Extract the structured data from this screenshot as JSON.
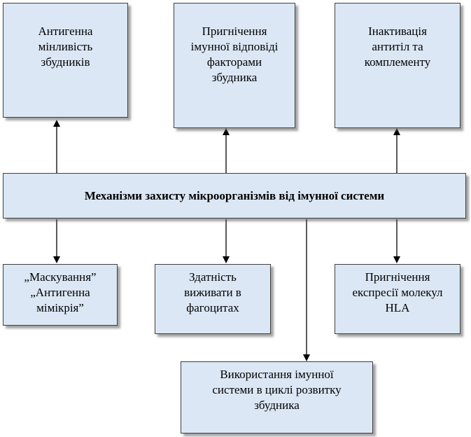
{
  "center": {
    "label": "Механізми захисту мікроорганізмів від імунної системи"
  },
  "top_boxes": [
    {
      "label": "Антигенна\nмінливість\nзбудників"
    },
    {
      "label": "Пригнічення\nімунної відповіді\nфакторами\nзбудника"
    },
    {
      "label": "Інактивація\nантитіл та\nкомплементу"
    }
  ],
  "bottom_boxes": [
    {
      "label": "„Маскування”\n„Антигенна\nмімікрія”"
    },
    {
      "label": "Здатність\nвиживати в\nфагоцитах"
    },
    {
      "label": "Пригнічення\nекспресії молекул\nHLA"
    }
  ],
  "lowest_box": {
    "label": "Використання імунної\nсистеми в циклі розвитку\nзбудника"
  },
  "colors": {
    "box_fill": "#dbe7f5",
    "border": "#3f3f3f",
    "arrow": "#000000"
  }
}
